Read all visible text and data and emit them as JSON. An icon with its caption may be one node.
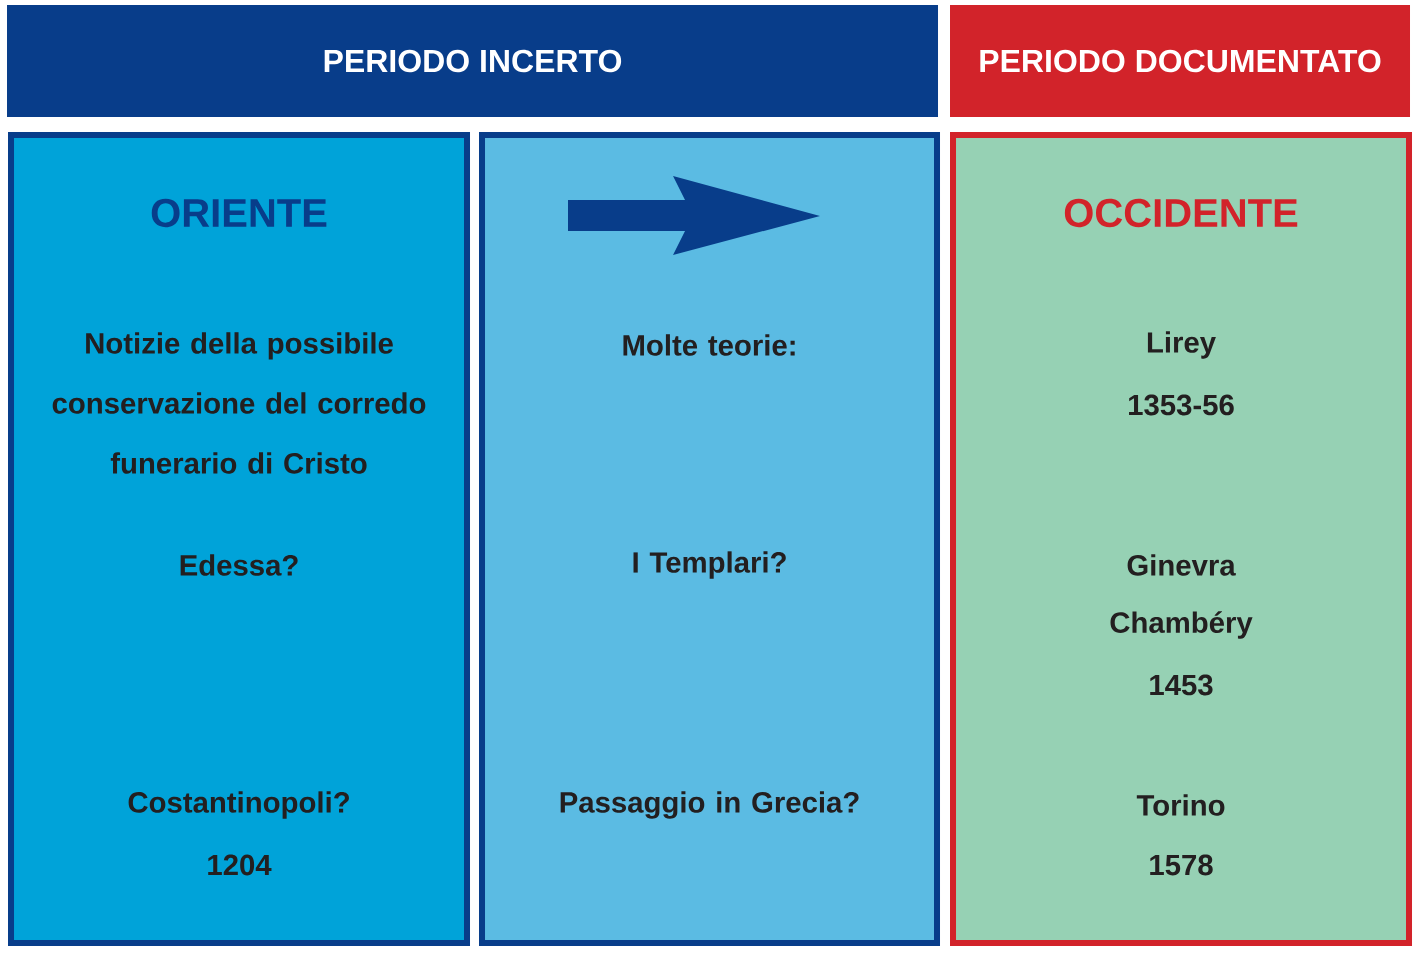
{
  "diagram": {
    "nodes": [
      {
        "text": [
          "PERIODO INCERTO"
        ]
      },
      {
        "text": [
          "PERIODO DOCUMENTATO"
        ]
      },
      {
        "text": [
          "ORIENTE",
          "Notizie della possibile conservazione del corredo funerario di Cristo",
          "Edessa?",
          "Costantinopoli?",
          "1204"
        ]
      },
      {
        "text": [
          "Molte teorie:",
          "I Templari?",
          "Passaggio in Grecia?"
        ]
      },
      {
        "text": [
          "OCCIDENTE",
          "Lirey",
          "1353-56",
          "Ginevra",
          "Chambéry",
          "1453",
          "Torino",
          "1578"
        ]
      }
    ]
  }
}
